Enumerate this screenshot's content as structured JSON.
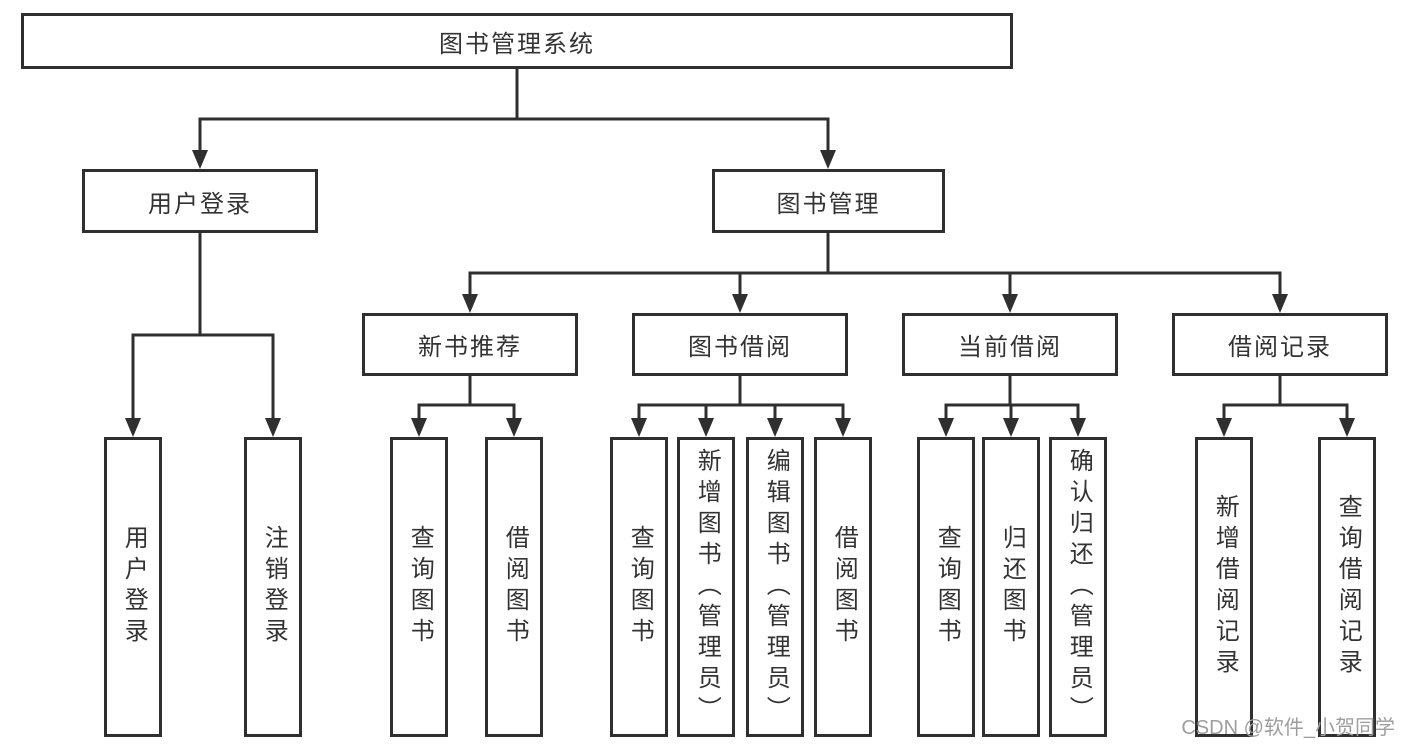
{
  "diagram": {
    "root": {
      "label": "图书管理系统"
    },
    "branches": [
      {
        "label": "用户登录",
        "children": [
          {
            "label": "用户登录"
          },
          {
            "label": "注销登录"
          }
        ]
      },
      {
        "label": "图书管理",
        "children": [
          {
            "label": "新书推荐",
            "children": [
              {
                "label": "查询图书"
              },
              {
                "label": "借阅图书"
              }
            ]
          },
          {
            "label": "图书借阅",
            "children": [
              {
                "label": "查询图书"
              },
              {
                "label": "新增图书（管理员）"
              },
              {
                "label": "编辑图书（管理员）"
              },
              {
                "label": "借阅图书"
              }
            ]
          },
          {
            "label": "当前借阅",
            "children": [
              {
                "label": "查询图书"
              },
              {
                "label": "归还图书"
              },
              {
                "label": "确认归还（管理员）"
              }
            ]
          },
          {
            "label": "借阅记录",
            "children": [
              {
                "label": "新增借阅记录"
              },
              {
                "label": "查询借阅记录"
              }
            ]
          }
        ]
      }
    ]
  },
  "watermark": "CSDN @软件_小贺同学",
  "colors": {
    "line": "#2f2f2f",
    "box_border": "#2f2f2f",
    "text": "#333333",
    "watermark": "#9e9e9e",
    "background": "#ffffff"
  }
}
